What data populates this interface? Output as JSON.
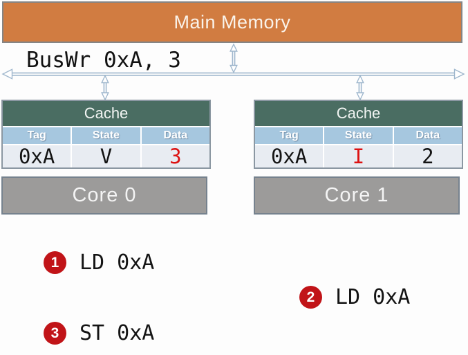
{
  "memory": {
    "label": "Main Memory"
  },
  "bus": {
    "label": "BusWr 0xA, 3"
  },
  "caches": [
    {
      "title": "Cache",
      "headers": [
        "Tag",
        "State",
        "Data"
      ],
      "values": [
        "0xA",
        "V",
        "3"
      ],
      "red_value": "Data"
    },
    {
      "title": "Cache",
      "headers": [
        "Tag",
        "State",
        "Data"
      ],
      "values": [
        "0xA",
        "I",
        "2"
      ],
      "red_value": "State"
    }
  ],
  "cores": [
    {
      "label": "Core 0"
    },
    {
      "label": "Core 1"
    }
  ],
  "operations": [
    {
      "badge": "1",
      "label": "LD 0xA"
    },
    {
      "badge": "2",
      "label": "LD 0xA"
    },
    {
      "badge": "3",
      "label": "ST 0xA"
    }
  ],
  "colors": {
    "memory_orange": "#d17c41",
    "cache_green": "#4a6d62",
    "table_header_blue": "#a6c7df",
    "table_row_bg": "#e8ecf2",
    "core_gray": "#9c9b9a",
    "core_border": "#76828e",
    "bus_blue": "#9fb7cd",
    "badge_red": "#c11418",
    "value_red": "#dd1212"
  }
}
